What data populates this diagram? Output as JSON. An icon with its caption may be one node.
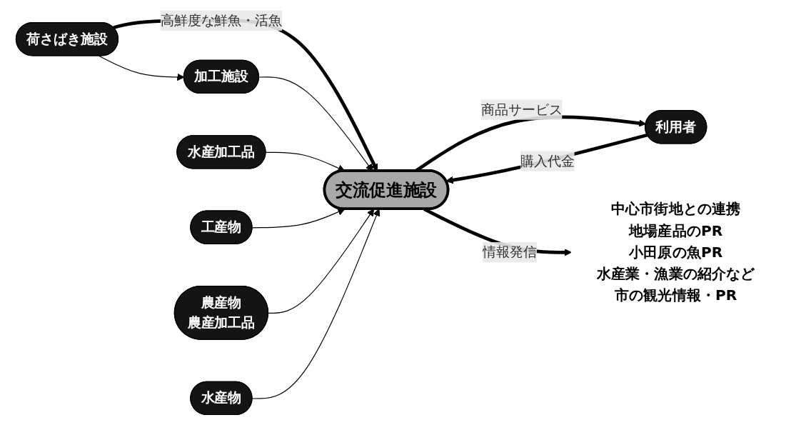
{
  "diagram": {
    "nodes": [
      {
        "text": [
          "水産加工品"
        ]
      },
      {
        "text": [
          "工産物"
        ]
      },
      {
        "text": [
          "荷さばき施設"
        ]
      },
      {
        "text": [
          "加工施設"
        ]
      },
      {
        "text": [
          "交流促進施設"
        ]
      },
      {
        "text": [
          "農産物",
          "農産加工品"
        ]
      },
      {
        "text": [
          "水産物"
        ]
      },
      {
        "text": [
          "利用者"
        ]
      },
      {
        "text": [
          "中心市街地との連携",
          "地場産品のPR",
          "小田原の魚PR",
          "水産業・漁業の紹介など",
          "市の観光情報・PR"
        ]
      }
    ],
    "edges": [
      {
        "from": 2,
        "to": 4,
        "arrow": "to",
        "label": "高鮮度な鮮魚・活魚",
        "style": "thick"
      },
      {
        "from": 2,
        "to": 3,
        "arrow": "to"
      },
      {
        "from": 3,
        "to": 4,
        "arrow": "to"
      },
      {
        "from": 0,
        "to": 4,
        "arrow": "to"
      },
      {
        "from": 1,
        "to": 4,
        "arrow": "to"
      },
      {
        "from": 5,
        "to": 4,
        "arrow": "to"
      },
      {
        "from": 6,
        "to": 4,
        "arrow": "to"
      },
      {
        "from": 7,
        "to": 4,
        "arrow": "to",
        "label": "購入代金",
        "style": "thick"
      },
      {
        "from": 4,
        "to": 7,
        "arrow": "to",
        "label": "商品サービス",
        "style": "thick"
      },
      {
        "from": 4,
        "to": 8,
        "arrow": "to",
        "label": "情報発信",
        "style": "thick"
      }
    ]
  }
}
